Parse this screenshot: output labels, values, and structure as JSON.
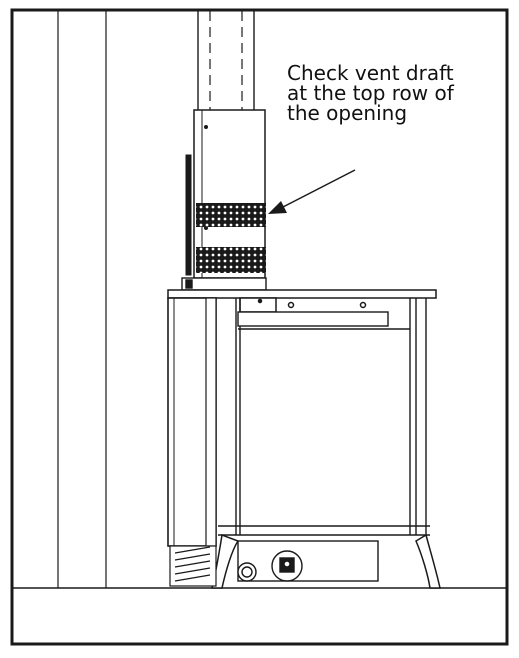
{
  "callout": {
    "lines": [
      "Check vent draft",
      "at the top row of",
      "the opening"
    ]
  },
  "colors": {
    "stroke": "#1a1a1a",
    "background": "#ffffff"
  }
}
